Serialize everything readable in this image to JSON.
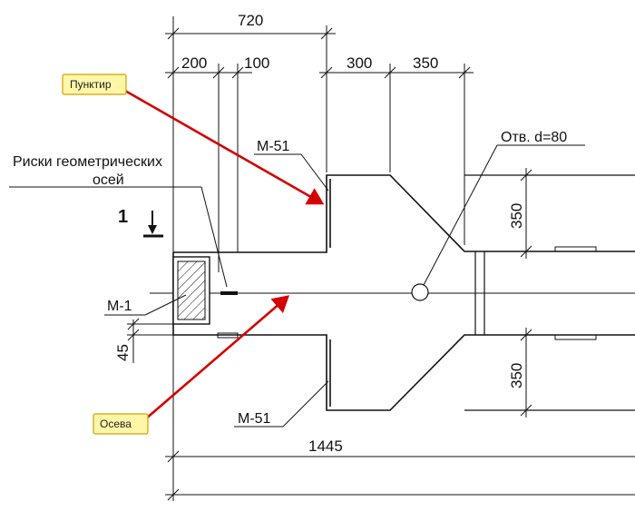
{
  "dimensions": {
    "top_total": "720",
    "d200": "200",
    "d100": "100",
    "d300": "300",
    "d350_top": "350",
    "right_upper": "350",
    "right_lower": "350",
    "left_45": "45",
    "bottom_total": "1445"
  },
  "labels": {
    "hole": "Отв. d=80",
    "m51_top": "М-51",
    "m51_bottom": "М-51",
    "m1": "М-1",
    "axis_marks_line1": "Риски геометрических",
    "axis_marks_line2": "осей",
    "section": "1"
  },
  "callouts": {
    "dashed": "Пунктир",
    "axis": "Осева"
  },
  "colors": {
    "callout_fill": "#fff6a8",
    "callout_border": "#d2a000",
    "arrow": "#d40000",
    "line": "#111111"
  }
}
